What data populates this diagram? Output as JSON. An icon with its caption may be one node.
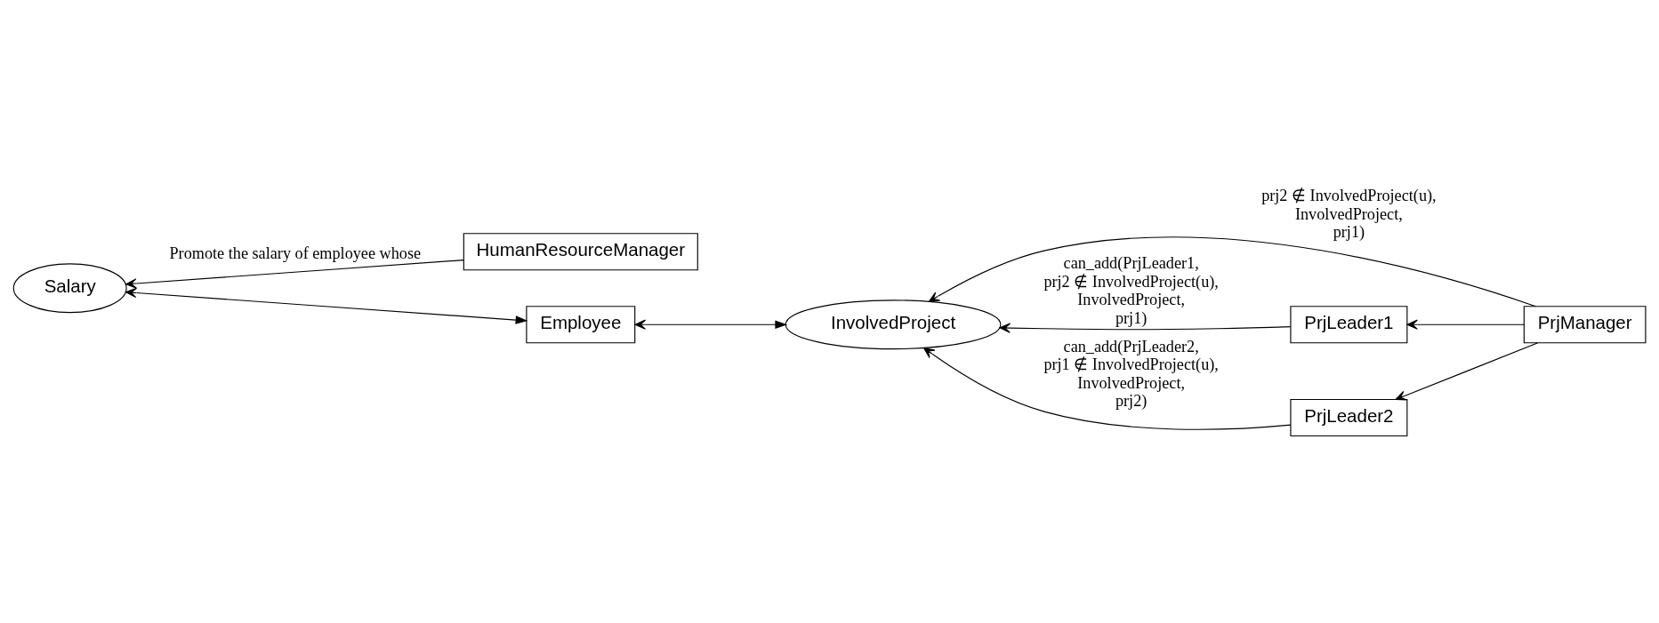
{
  "diagram": {
    "nodes": [
      {
        "text": [
          "InvolvedProject"
        ]
      },
      {
        "text": [
          "PrjManager"
        ]
      },
      {
        "text": [
          "Employee"
        ]
      },
      {
        "text": [
          "PrjLeader1"
        ]
      },
      {
        "text": [
          "PrjLeader2"
        ]
      },
      {
        "text": [
          "Salary"
        ]
      },
      {
        "text": [
          "HumanResourceManager"
        ]
      }
    ],
    "edges": [
      {
        "from": 1,
        "to": 0,
        "arrow": "to",
        "label": "prj2 ∉ InvolvedProject(u), InvolvedProject, prj1)"
      },
      {
        "from": 3,
        "to": 0,
        "arrow": "to",
        "label": "can_add(PrjLeader1, prj2 ∉ InvolvedProject(u), InvolvedProject, prj1)"
      },
      {
        "from": 4,
        "to": 0,
        "arrow": "to",
        "label": "can_add(PrjLeader2, prj1 ∉ InvolvedProject(u), InvolvedProject, prj2)"
      },
      {
        "from": 0,
        "to": 2,
        "arrow": "both"
      },
      {
        "from": 2,
        "to": 5,
        "arrow": "both"
      },
      {
        "from": 1,
        "to": 3,
        "arrow": "to"
      },
      {
        "from": 1,
        "to": 4,
        "arrow": "to"
      },
      {
        "from": 6,
        "to": 5,
        "arrow": "to",
        "label": "Promote the salary of employee whose"
      }
    ]
  }
}
